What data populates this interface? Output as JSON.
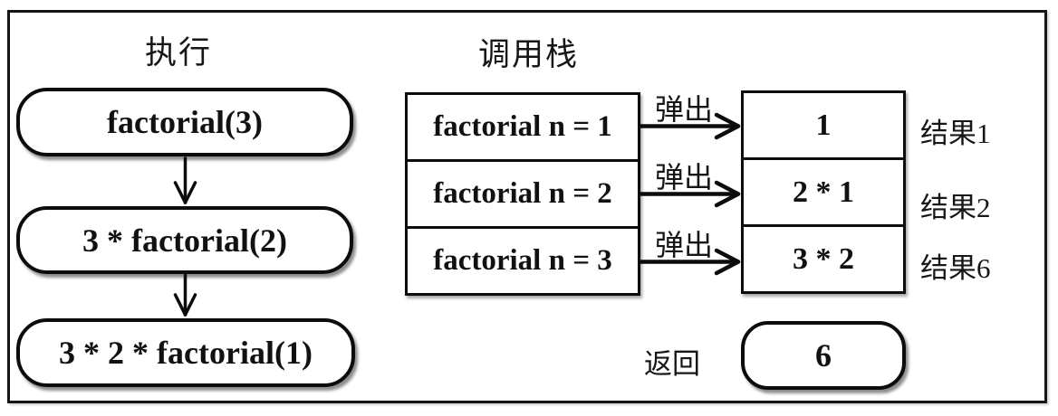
{
  "titles": {
    "execution": "执行",
    "call_stack": "调用栈"
  },
  "execution": {
    "steps": [
      {
        "label": "factorial(3)"
      },
      {
        "label": "3 * factorial(2)"
      },
      {
        "label": "3 * 2 * factorial(1)"
      }
    ]
  },
  "call_stack": {
    "pop_label": "弹出",
    "frames": [
      {
        "label": "factorial n = 1"
      },
      {
        "label": "factorial n = 2"
      },
      {
        "label": "factorial n = 3"
      }
    ]
  },
  "results": {
    "rows": [
      {
        "value": "1",
        "label": "结果1"
      },
      {
        "value": "2 * 1",
        "label": "结果2"
      },
      {
        "value": "3 * 2",
        "label": "结果6"
      }
    ]
  },
  "return_section": {
    "label": "返回",
    "value": "6"
  },
  "colors": {
    "ink": "#111111",
    "background": "#ffffff"
  }
}
